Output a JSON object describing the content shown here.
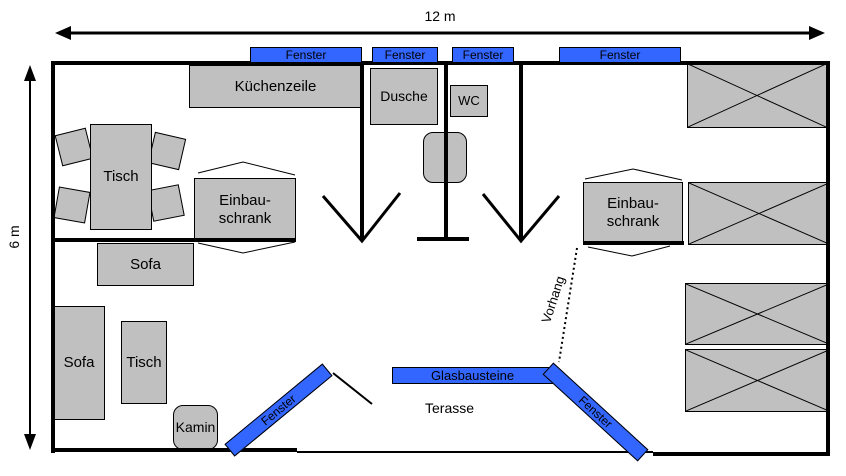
{
  "dimension_labels": {
    "width": "12 m",
    "height": "6 m"
  },
  "windows": {
    "top": [
      {
        "label": "Fenster"
      },
      {
        "label": "Fenster"
      },
      {
        "label": "Fenster"
      },
      {
        "label": "Fenster"
      }
    ],
    "diagonal_left": {
      "label": "Fenster"
    },
    "diagonal_right": {
      "label": "Fenster"
    },
    "glass_blocks": {
      "label": "Glasbausteine"
    }
  },
  "labels": {
    "kitchen_unit": "Küchenzeile",
    "shower": "Dusche",
    "toilet": "WC",
    "dining_table": "Tisch",
    "built_in_wardrobe": {
      "line1": "Einbau-",
      "line2": "schrank"
    },
    "sofa_top": "Sofa",
    "sofa_left": "Sofa",
    "side_table": "Tisch",
    "fireplace": "Kamin",
    "curtain": "Vorhang",
    "terrace": "Terasse"
  },
  "colors": {
    "window": "#3366ff",
    "furniture": "#c0c0c0",
    "wall": "#000000",
    "background": "#ffffff"
  }
}
